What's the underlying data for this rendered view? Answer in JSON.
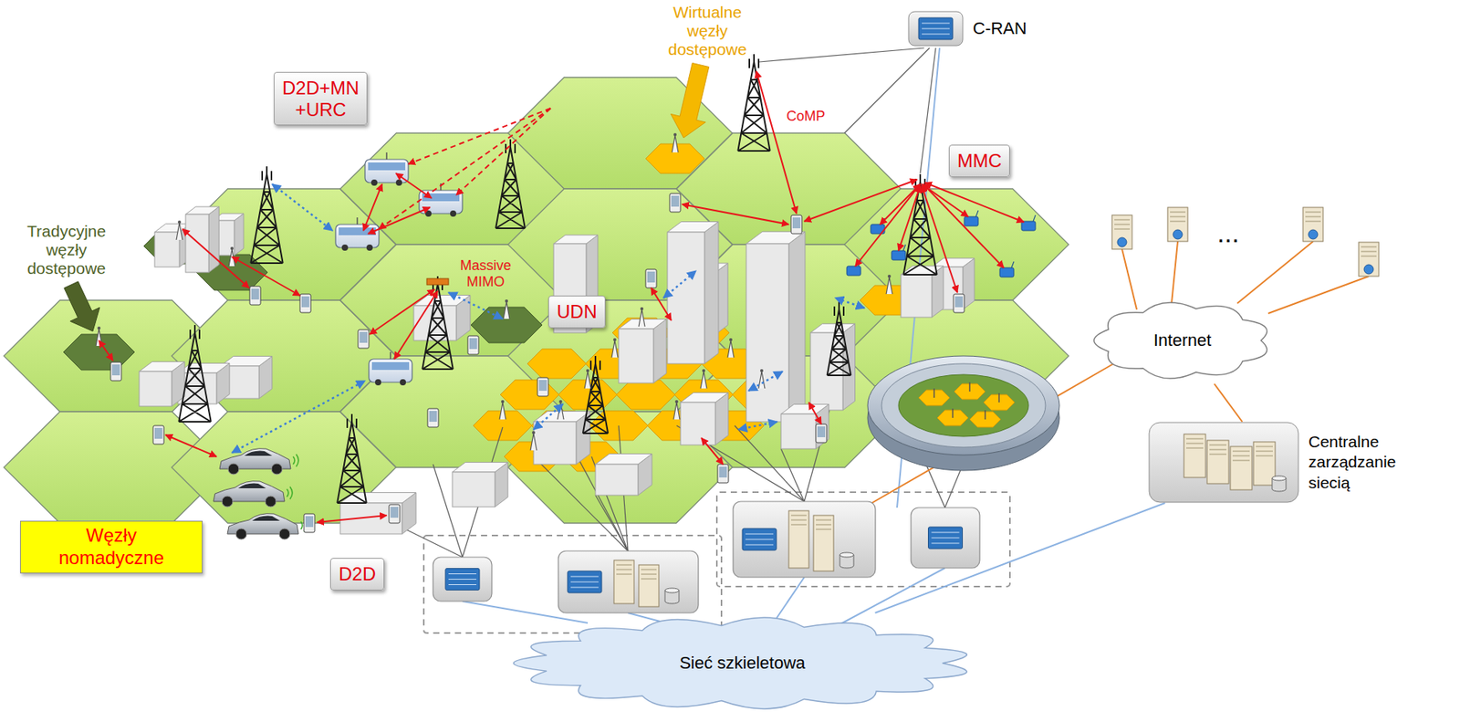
{
  "diagram": {
    "nodes": [
      {
        "text": [
          "C-RAN"
        ]
      },
      {
        "text": [
          "D2D+MN +URC"
        ]
      },
      {
        "text": [
          "MMC"
        ]
      },
      {
        "text": [
          "UDN"
        ]
      },
      {
        "text": [
          "Internet"
        ]
      },
      {
        "text": [
          "Centralne zarządzanie siecią"
        ]
      },
      {
        "text": [
          "Węzły nomadyczne"
        ]
      },
      {
        "text": [
          "D2D"
        ]
      },
      {
        "text": [
          "Sieć szkieletowa"
        ]
      }
    ],
    "edges": [
      {
        "from": 4,
        "to": 5,
        "arrow": "none"
      },
      {
        "from": 5,
        "to": 8,
        "arrow": "none"
      }
    ],
    "labels": [
      "Wirtualne węzły dostępowe",
      "Tradycyjne węzły dostępowe",
      "CoMP",
      "Massive MIMO",
      "..."
    ]
  }
}
